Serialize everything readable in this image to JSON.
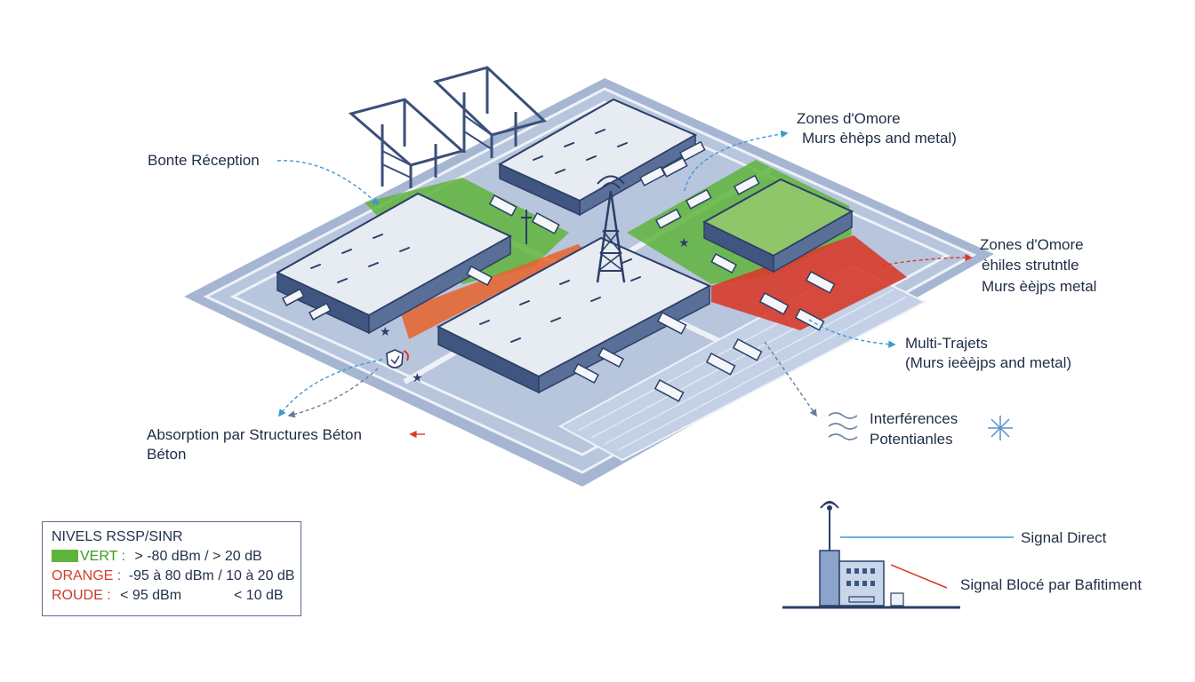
{
  "labels": {
    "bonte": "Bonte Réception",
    "zone1_title": "Zones d'Omore",
    "zone1_sub": "Murs èhèps and metal)",
    "zone2_title": "Zones d'Omore",
    "zone2_line2": "èhiles strutntle",
    "zone2_line3": "Murs èèjps  metal",
    "multi_title": "Multi-Trajets",
    "multi_sub": "(Murs ieèèjps and metal)",
    "interf_line1": "Interférences",
    "interf_line2": "Potentianles",
    "absorption_line1": "Absorption par Structures Béton",
    "absorption_line2": "Béton",
    "signal_direct": "Signal Direct",
    "signal_bloque": "Signal Blocé par Bafitiment"
  },
  "legend": {
    "title": "NIVELS RSSP/SINR",
    "vert_key": "VERT :",
    "vert_val": "> -80 dBm / > 20 dB",
    "orange_key": "ORANGE :",
    "orange_val": "-95 à 80 dBm / 10 à 20 dB",
    "rouge_key": "ROUDE :",
    "rouge_val1": "< 95 dBm",
    "rouge_val2": "< 10 dB"
  },
  "colors": {
    "green": "#5fb43c",
    "orange": "#e8622a",
    "red": "#d83a2a",
    "navy": "#2b3e66",
    "ground": "#a9b8d3",
    "roof": "#e7ebf2",
    "arrow_blue": "#3a9ad1",
    "arrow_red": "#d83a2a"
  },
  "icons": [
    "cell-tower-icon",
    "crane-icon",
    "truck-icon",
    "shield-icon",
    "star-icon",
    "wave-icon",
    "sparkle-icon",
    "building-icon"
  ]
}
